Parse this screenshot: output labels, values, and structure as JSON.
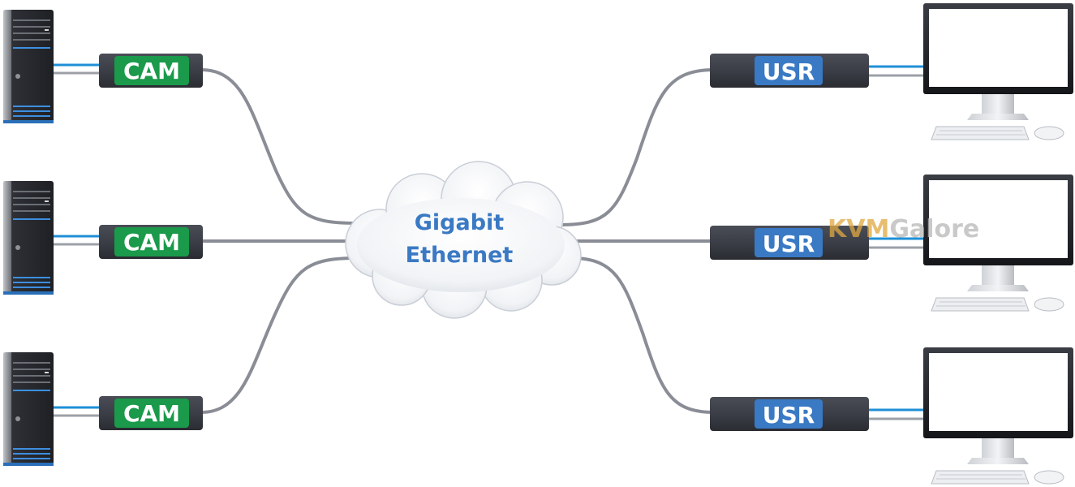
{
  "network": {
    "line1": "Gigabit",
    "line2": "Ethernet"
  },
  "cam_units": [
    {
      "label": "CAM"
    },
    {
      "label": "CAM"
    },
    {
      "label": "CAM"
    }
  ],
  "usr_units": [
    {
      "label": "USR"
    },
    {
      "label": "USR"
    },
    {
      "label": "USR"
    }
  ],
  "watermark": {
    "part1": "KVM",
    "part2": "Galore"
  },
  "colors": {
    "cam_badge": "#1a9a4a",
    "usr_badge": "#3a79c4",
    "module_body": "#3b3e46",
    "cable": "#8a8d96",
    "video_cable": "#1f8fd6",
    "cloud_text": "#3a79c4",
    "watermark_kvm": "#e0a840",
    "watermark_galore": "#b8b8b8"
  },
  "icons": {
    "computer": "tower-pc-icon",
    "workstation": "monitor-keyboard-mouse-icon",
    "network": "cloud-icon"
  }
}
